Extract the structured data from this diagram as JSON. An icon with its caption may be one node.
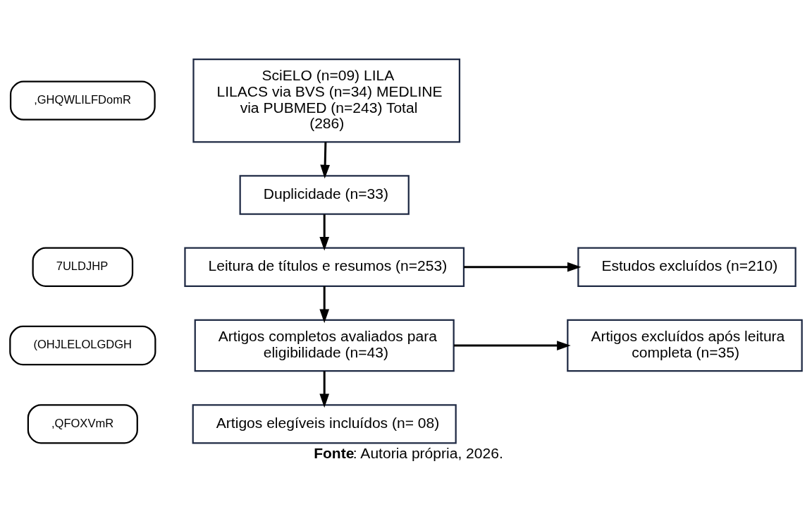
{
  "diagram": {
    "caption": "**Fonte**: Autoria própria, 2026.",
    "nodes": [
      {
        "text": [
          ",GHQWLILFDomR"
        ]
      },
      {
        "text": [
          "7ULDJHP"
        ]
      },
      {
        "text": [
          "(OHJLELOLGDGH"
        ]
      },
      {
        "text": [
          ",QFOXVmR"
        ]
      },
      {
        "text": [
          "SciELO (n=09) LILA LILACS via BVS (n=34) MEDLINE via PUBMED (n=243) Total (286)"
        ]
      },
      {
        "text": [
          "Duplicidade (n=33)"
        ]
      },
      {
        "text": [
          "Leitura de títulos e resumos (n=253)"
        ]
      },
      {
        "text": [
          "Estudos excluídos (n=210)"
        ]
      },
      {
        "text": [
          "Artigos completos avaliados para eligibilidade (n=43)"
        ]
      },
      {
        "text": [
          "Artigos excluídos após leitura completa (n=35)"
        ]
      },
      {
        "text": [
          "Artigos elegíveis incluídos (n= 08)"
        ]
      }
    ],
    "edges": [
      {
        "from": 4,
        "to": 5,
        "arrow": "to"
      },
      {
        "from": 5,
        "to": 6,
        "arrow": "to"
      },
      {
        "from": 6,
        "to": 7,
        "arrow": "to"
      },
      {
        "from": 6,
        "to": 8,
        "arrow": "to"
      },
      {
        "from": 8,
        "to": 9,
        "arrow": "to"
      },
      {
        "from": 8,
        "to": 10,
        "arrow": "to"
      }
    ]
  }
}
